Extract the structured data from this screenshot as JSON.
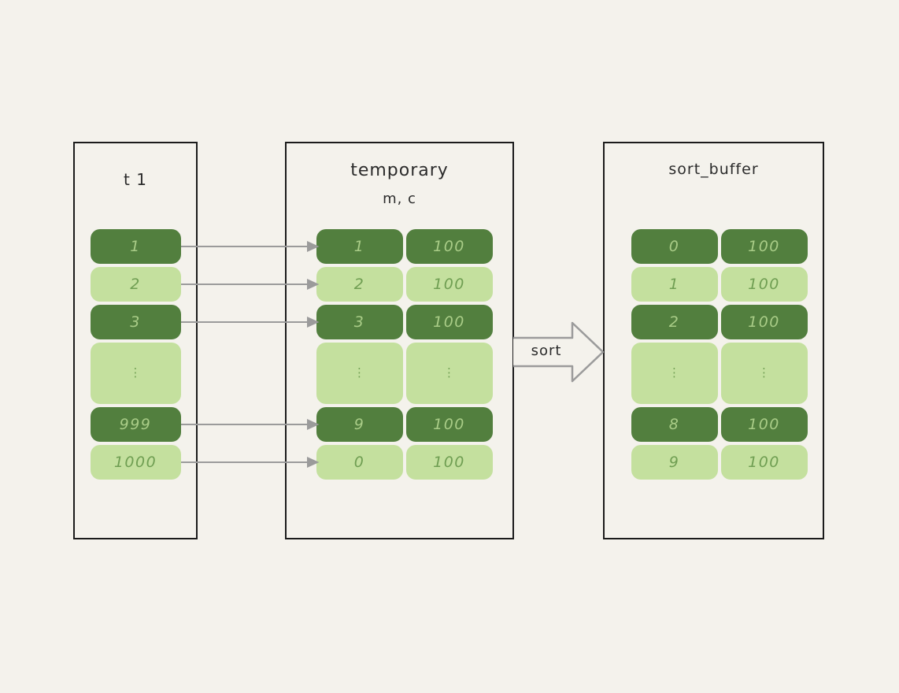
{
  "colors": {
    "background": "#f4f2ec",
    "panel_border": "#1b1b1b",
    "title_text": "#2b2b2b",
    "dark_cell": "#527f3e",
    "light_cell": "#c4e09e",
    "text_on_dark": "#a9cc87",
    "text_on_light": "#6f9e52",
    "arrow": "#9b9b9b"
  },
  "panels": [
    {
      "id": "t1",
      "title": "t 1",
      "rows": [
        {
          "shade": "dark",
          "cells": [
            "1"
          ]
        },
        {
          "shade": "light",
          "cells": [
            "2"
          ]
        },
        {
          "shade": "dark",
          "cells": [
            "3"
          ]
        },
        {
          "shade": "light",
          "cells": [
            "⋮"
          ],
          "dots": true
        },
        {
          "shade": "dark",
          "cells": [
            "999"
          ]
        },
        {
          "shade": "light",
          "cells": [
            "1000"
          ]
        }
      ]
    },
    {
      "id": "temporary",
      "title": "temporary",
      "subtitle": "m, c",
      "rows": [
        {
          "shade": "dark",
          "cells": [
            "1",
            "100"
          ]
        },
        {
          "shade": "light",
          "cells": [
            "2",
            "100"
          ]
        },
        {
          "shade": "dark",
          "cells": [
            "3",
            "100"
          ]
        },
        {
          "shade": "light",
          "cells": [
            "⋮",
            "⋮"
          ],
          "dots": true
        },
        {
          "shade": "dark",
          "cells": [
            "9",
            "100"
          ]
        },
        {
          "shade": "light",
          "cells": [
            "0",
            "100"
          ]
        }
      ]
    },
    {
      "id": "sort_buffer",
      "title": "sort_buffer",
      "rows": [
        {
          "shade": "dark",
          "cells": [
            "0",
            "100"
          ]
        },
        {
          "shade": "light",
          "cells": [
            "1",
            "100"
          ]
        },
        {
          "shade": "dark",
          "cells": [
            "2",
            "100"
          ]
        },
        {
          "shade": "light",
          "cells": [
            "⋮",
            "⋮"
          ],
          "dots": true
        },
        {
          "shade": "dark",
          "cells": [
            "8",
            "100"
          ]
        },
        {
          "shade": "light",
          "cells": [
            "9",
            "100"
          ]
        }
      ]
    }
  ],
  "sort_arrow": {
    "label": "sort"
  }
}
